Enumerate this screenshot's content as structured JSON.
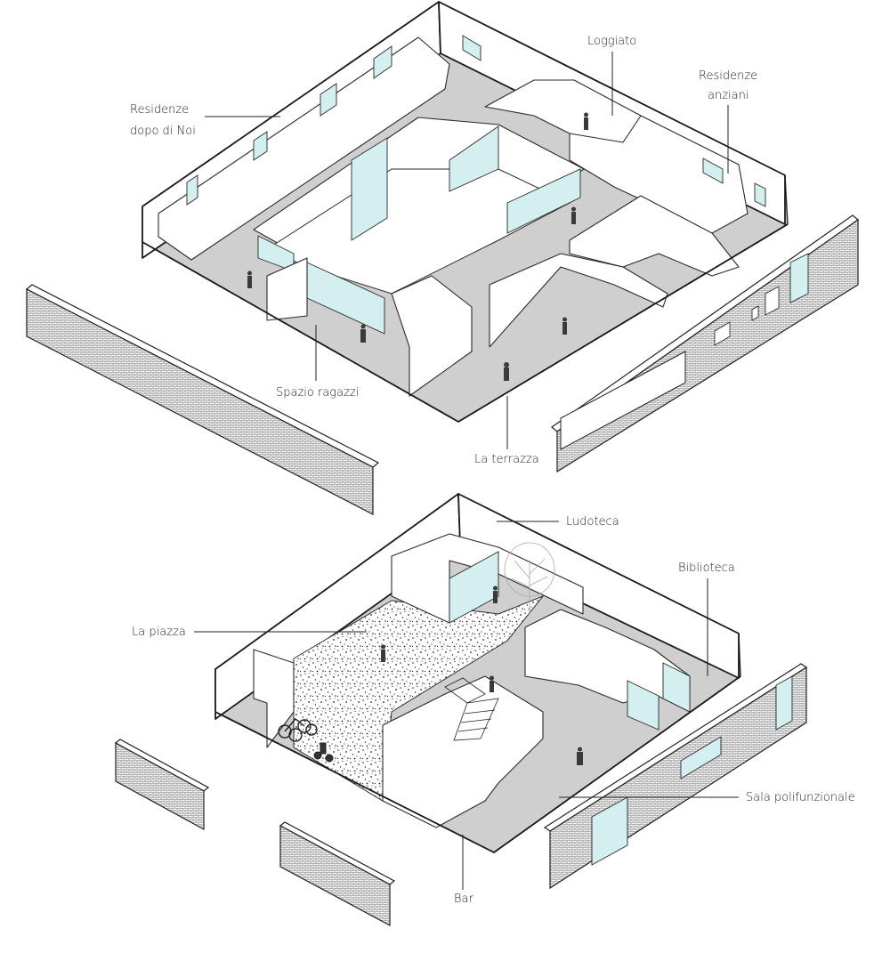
{
  "upper_level": {
    "labels": {
      "residenze_dopo_di_noi": [
        "Residenze",
        "dopo di Noi"
      ],
      "loggiato": "Loggiato",
      "residenze_anziani": [
        "Residenze",
        "anziani"
      ],
      "spazio_ragazzi": "Spazio ragazzi",
      "la_terrazza": "La terrazza"
    }
  },
  "lower_level": {
    "labels": {
      "ludoteca": "Ludoteca",
      "biblioteca": "Biblioteca",
      "la_piazza": "La piazza",
      "sala_polifunzionale": "Sala polifunzionale",
      "bar": "Bar"
    }
  },
  "colors": {
    "floor": "#cfcfcf",
    "glass": "#d3efef",
    "wall": "#ffffff",
    "line": "#2a2a2a",
    "piazza_ground": "#ffffff"
  },
  "icons": [
    "person-figure-icon",
    "bicycle-icon",
    "tree-icon",
    "staircase-icon"
  ]
}
